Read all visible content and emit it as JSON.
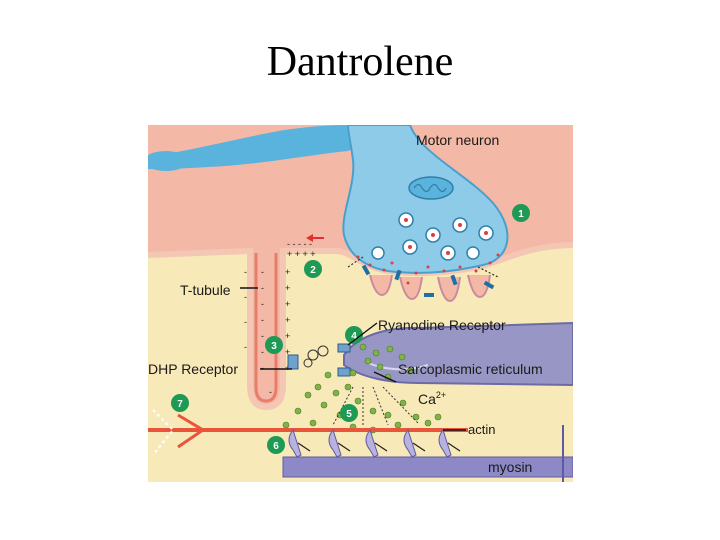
{
  "slide": {
    "title": "Dantrolene"
  },
  "labels": {
    "motor_neuron": "Motor neuron",
    "t_tubule": "T-tubule",
    "ryanodine": "Ryanodine Receptor",
    "dhp": "DHP Receptor",
    "sr": "Sarcoplasmic reticulum",
    "ca": "Ca",
    "ca_sup": "2+",
    "actin": "actin",
    "myosin": "myosin"
  },
  "steps": [
    "1",
    "2",
    "3",
    "4",
    "5",
    "6",
    "7"
  ],
  "colors": {
    "accent_green": "#1e9a55",
    "extracellular": "#f4b8a6",
    "cytoplasm": "#f8e9b8",
    "neuron": "#5ab3dc",
    "sr": "#9896c4",
    "actin": "#e8553a",
    "myosin": "#8d89c6"
  }
}
